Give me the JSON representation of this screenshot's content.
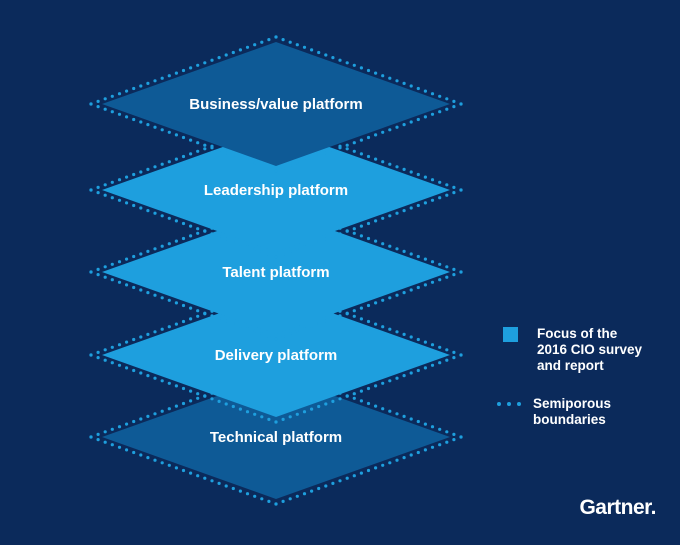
{
  "layers": [
    {
      "label": "Business/value platform",
      "highlight": false
    },
    {
      "label": "Leadership platform",
      "highlight": true
    },
    {
      "label": "Talent platform",
      "highlight": true
    },
    {
      "label": "Delivery platform",
      "highlight": true
    },
    {
      "label": "Technical platform",
      "highlight": false
    }
  ],
  "legend": {
    "focus_label": "Focus of the\n2016 CIO survey\nand report",
    "boundary_label": "Semiporous\nboundaries"
  },
  "brand": {
    "logo_text": "Gartner."
  },
  "colors": {
    "background": "#0b2a5b",
    "focus_fill": "#1e9fde",
    "other_fill": "#0e5a96",
    "dots": "#1e9fde"
  }
}
